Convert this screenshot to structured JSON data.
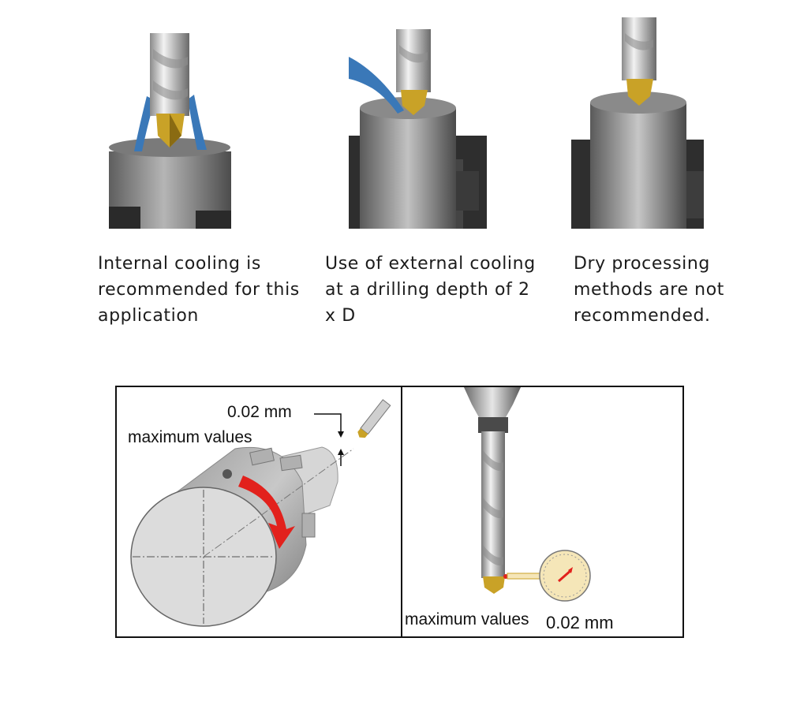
{
  "captions": {
    "internal": "Internal cooling is recommended for this application",
    "external": "Use of external cooling at a drilling depth of 2 x D",
    "dry": "Dry processing methods are not recommended."
  },
  "tolerance": {
    "left_value": "0.02 mm",
    "left_label": "maximum values",
    "right_label": "maximum values",
    "right_value": "0.02 mm"
  },
  "colors": {
    "coolant": "#3a78b8",
    "insert": "#c9a227",
    "arrow": "#e2211c",
    "gauge": "#f5e6b8"
  }
}
